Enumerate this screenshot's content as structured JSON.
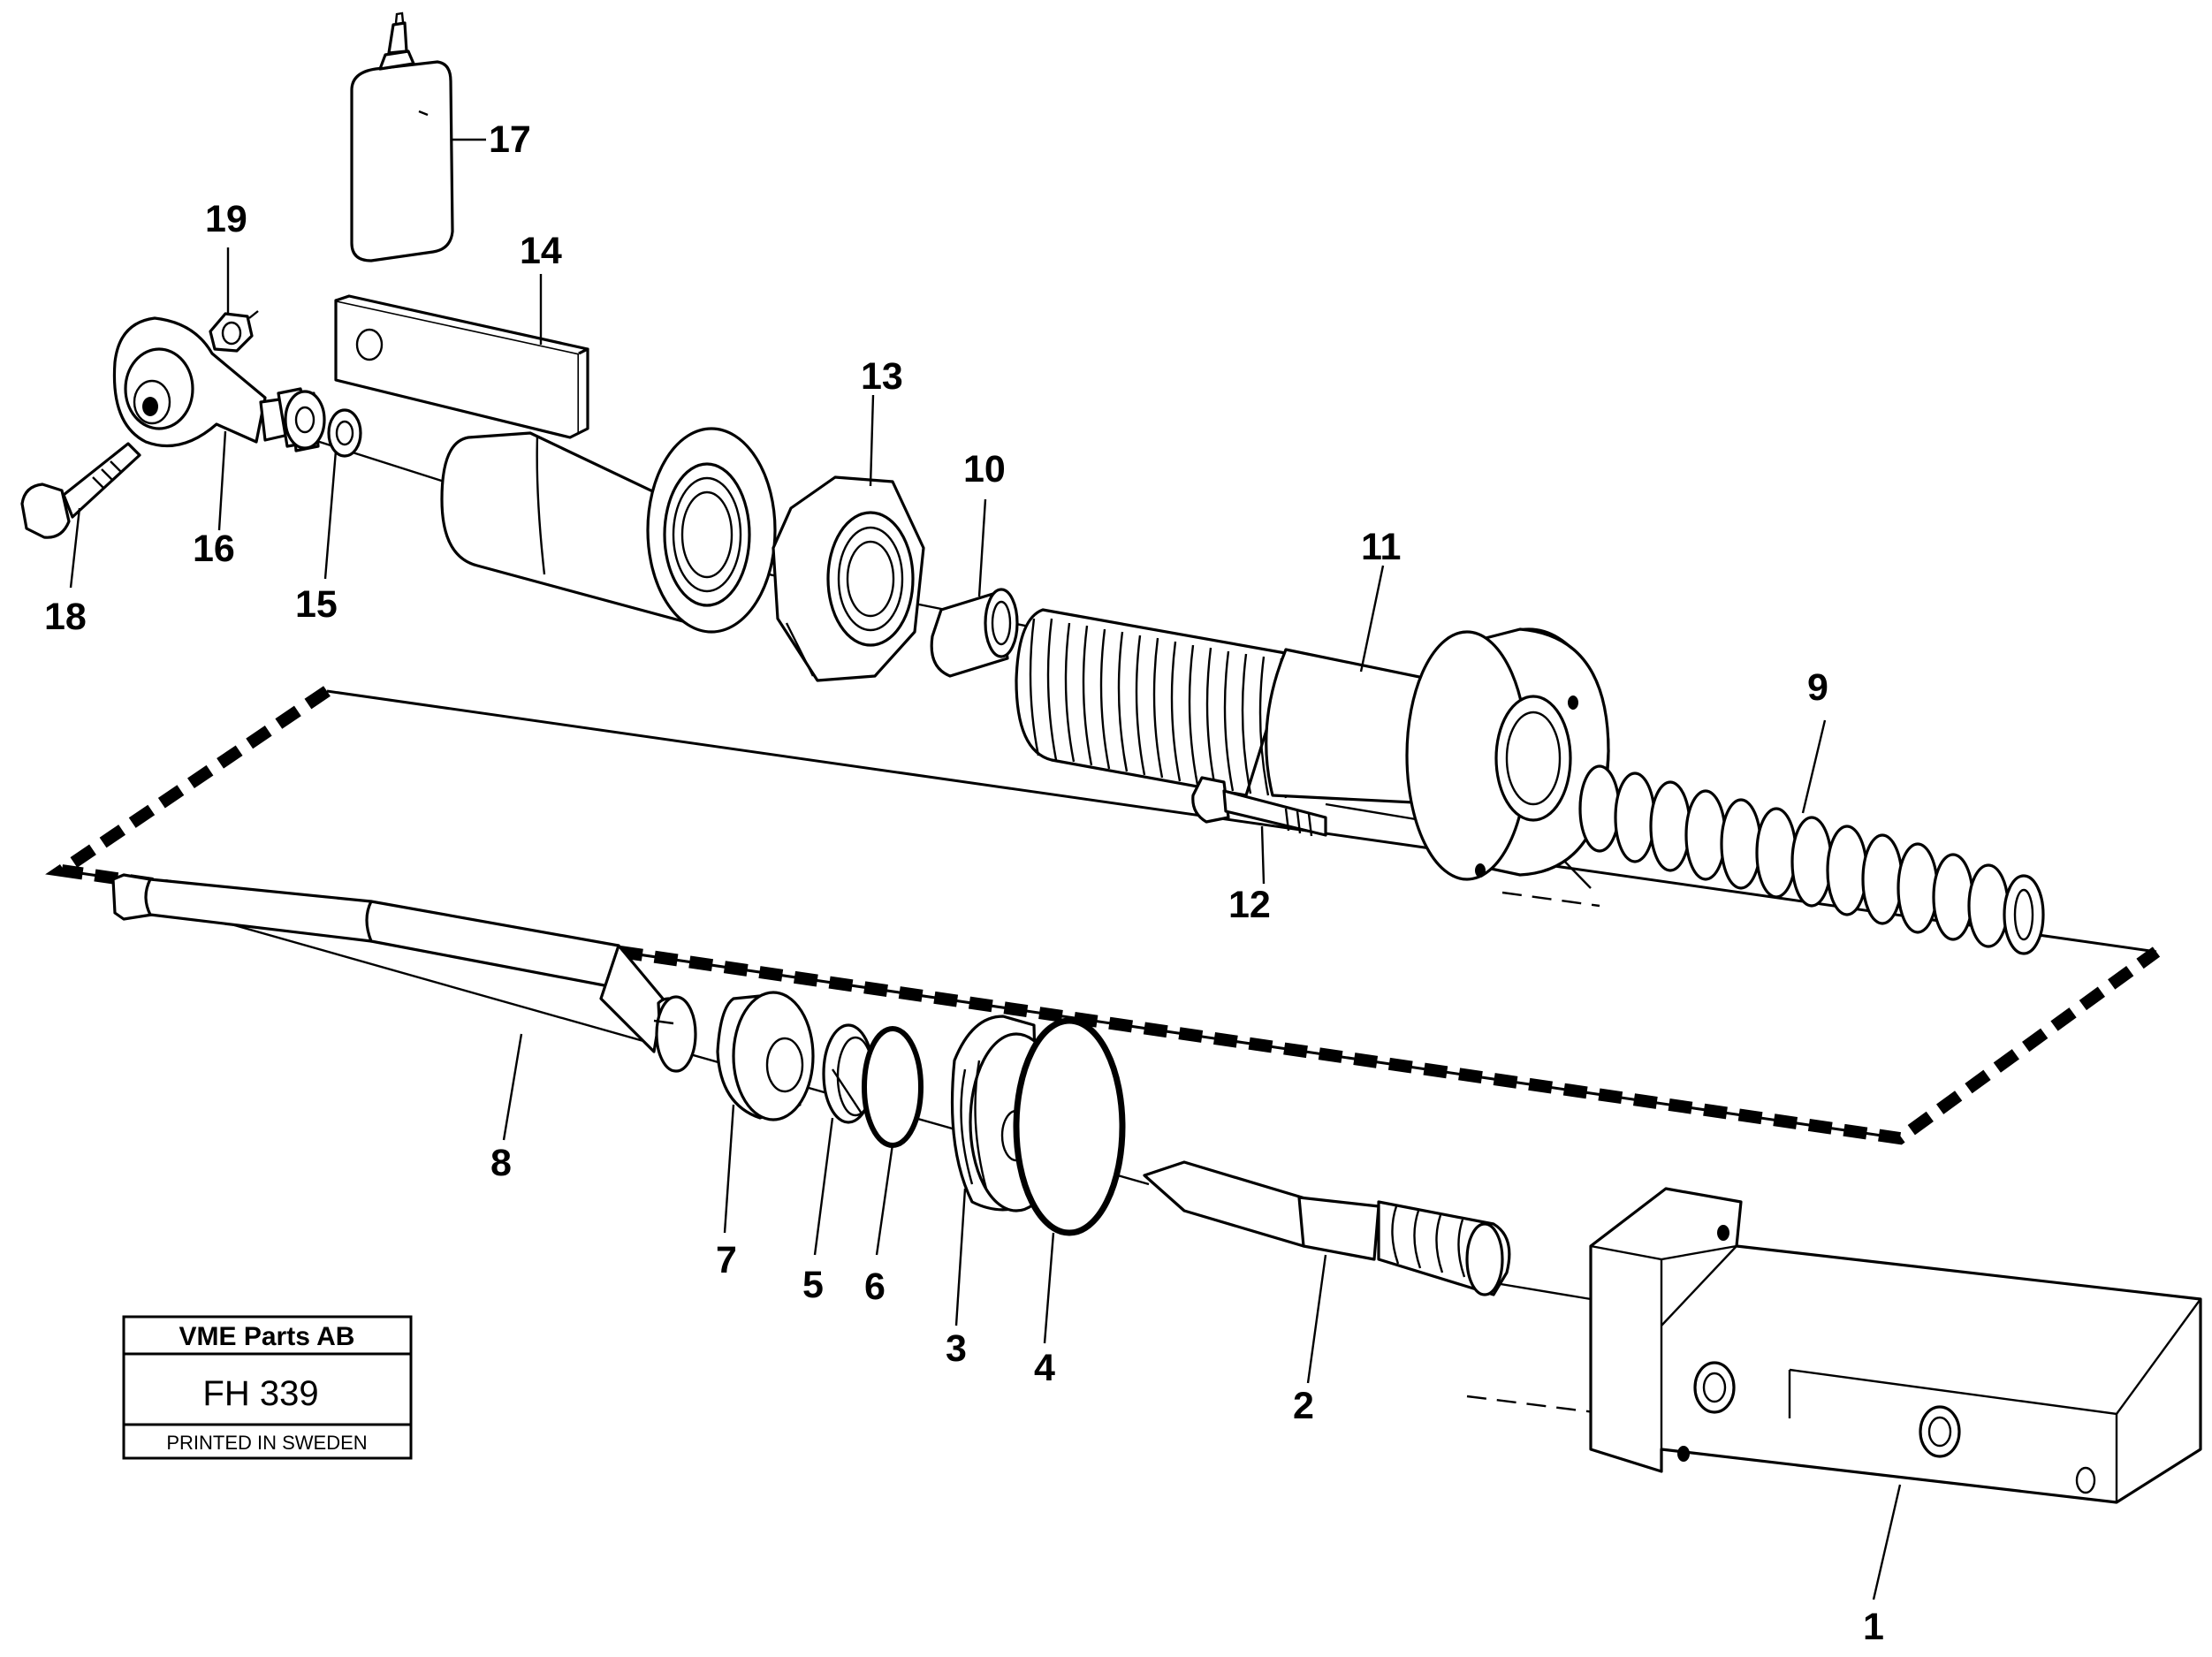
{
  "diagram": {
    "callouts": [
      "1",
      "2",
      "3",
      "4",
      "5",
      "6",
      "7",
      "8",
      "9",
      "10",
      "11",
      "12",
      "13",
      "14",
      "15",
      "16",
      "17",
      "18",
      "19"
    ]
  },
  "title_box": {
    "company": "VME Parts AB",
    "code": "FH 339",
    "footer": "PRINTED IN SWEDEN"
  },
  "colors": {
    "line": "#000000",
    "background": "#ffffff"
  }
}
